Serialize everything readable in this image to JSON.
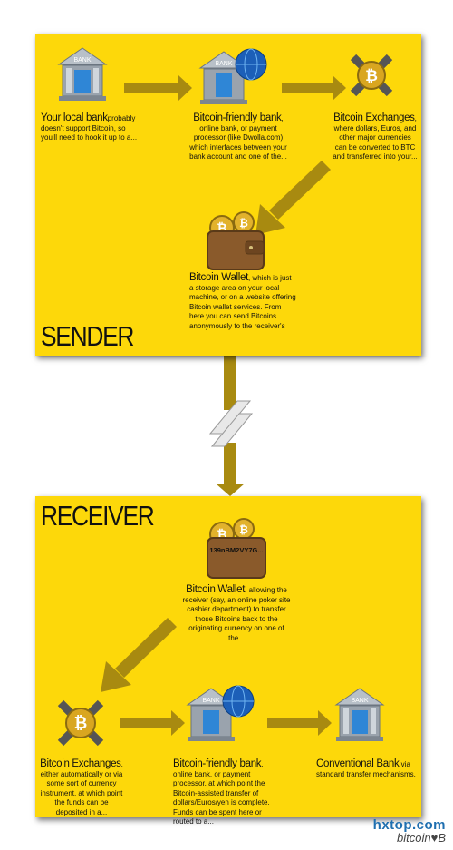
{
  "sender": {
    "label": "SENDER",
    "local_bank": {
      "icon_text": "BANK",
      "title": "Your local bank",
      "desc": "probably doesn't support Bitcoin, so you'll need to hook it up to a..."
    },
    "friendly_bank": {
      "icon_text": "BANK",
      "title": "Bitcoin-friendly bank",
      "desc": ", online bank, or payment processor (like Dwolla.com) which interfaces between your bank account and one of the..."
    },
    "exchanges": {
      "title": "Bitcoin Exchanges",
      "desc": ", where dollars, Euros, and other major currencies can be converted to BTC and transferred into your..."
    },
    "wallet": {
      "title": "Bitcoin Wallet",
      "desc": ", which is just a storage area on your local machine, or on a website offering Bitcoin wallet services. From here you can send Bitcoins anonymously to the receiver's"
    }
  },
  "receiver": {
    "label": "RECEIVER",
    "wallet": {
      "address": "139nBM2VY7G...",
      "title": "Bitcoin Wallet",
      "desc": ", allowing the receiver (say, an online poker site cashier department) to transfer those Bitcoins back to the originating currency on one of the..."
    },
    "exchanges": {
      "title": "Bitcoin Exchanges",
      "desc": ", either automatically or via some sort of currency instrument, at which point the funds can be deposited in a..."
    },
    "friendly_bank": {
      "icon_text": "BANK",
      "title": "Bitcoin-friendly bank",
      "desc": ", online bank, or payment processor, at which point the Bitcoin-assisted transfer of dollars/Euros/yen is complete. Funds can be spent here or routed to a..."
    },
    "conventional_bank": {
      "icon_text": "BANK",
      "title": "Conventional Bank",
      "desc": " via standard transfer mechanisms."
    }
  },
  "watermark": {
    "domain": "hxtop.com",
    "brand": "bitcoin♥B"
  },
  "colors": {
    "panel": "#fdd80a",
    "arrow": "#a88a10",
    "bank_gray": "#9aa3ad",
    "bank_window": "#2f86d6",
    "coin_gold": "#d9a620",
    "wallet_brown": "#8a5a2b"
  }
}
